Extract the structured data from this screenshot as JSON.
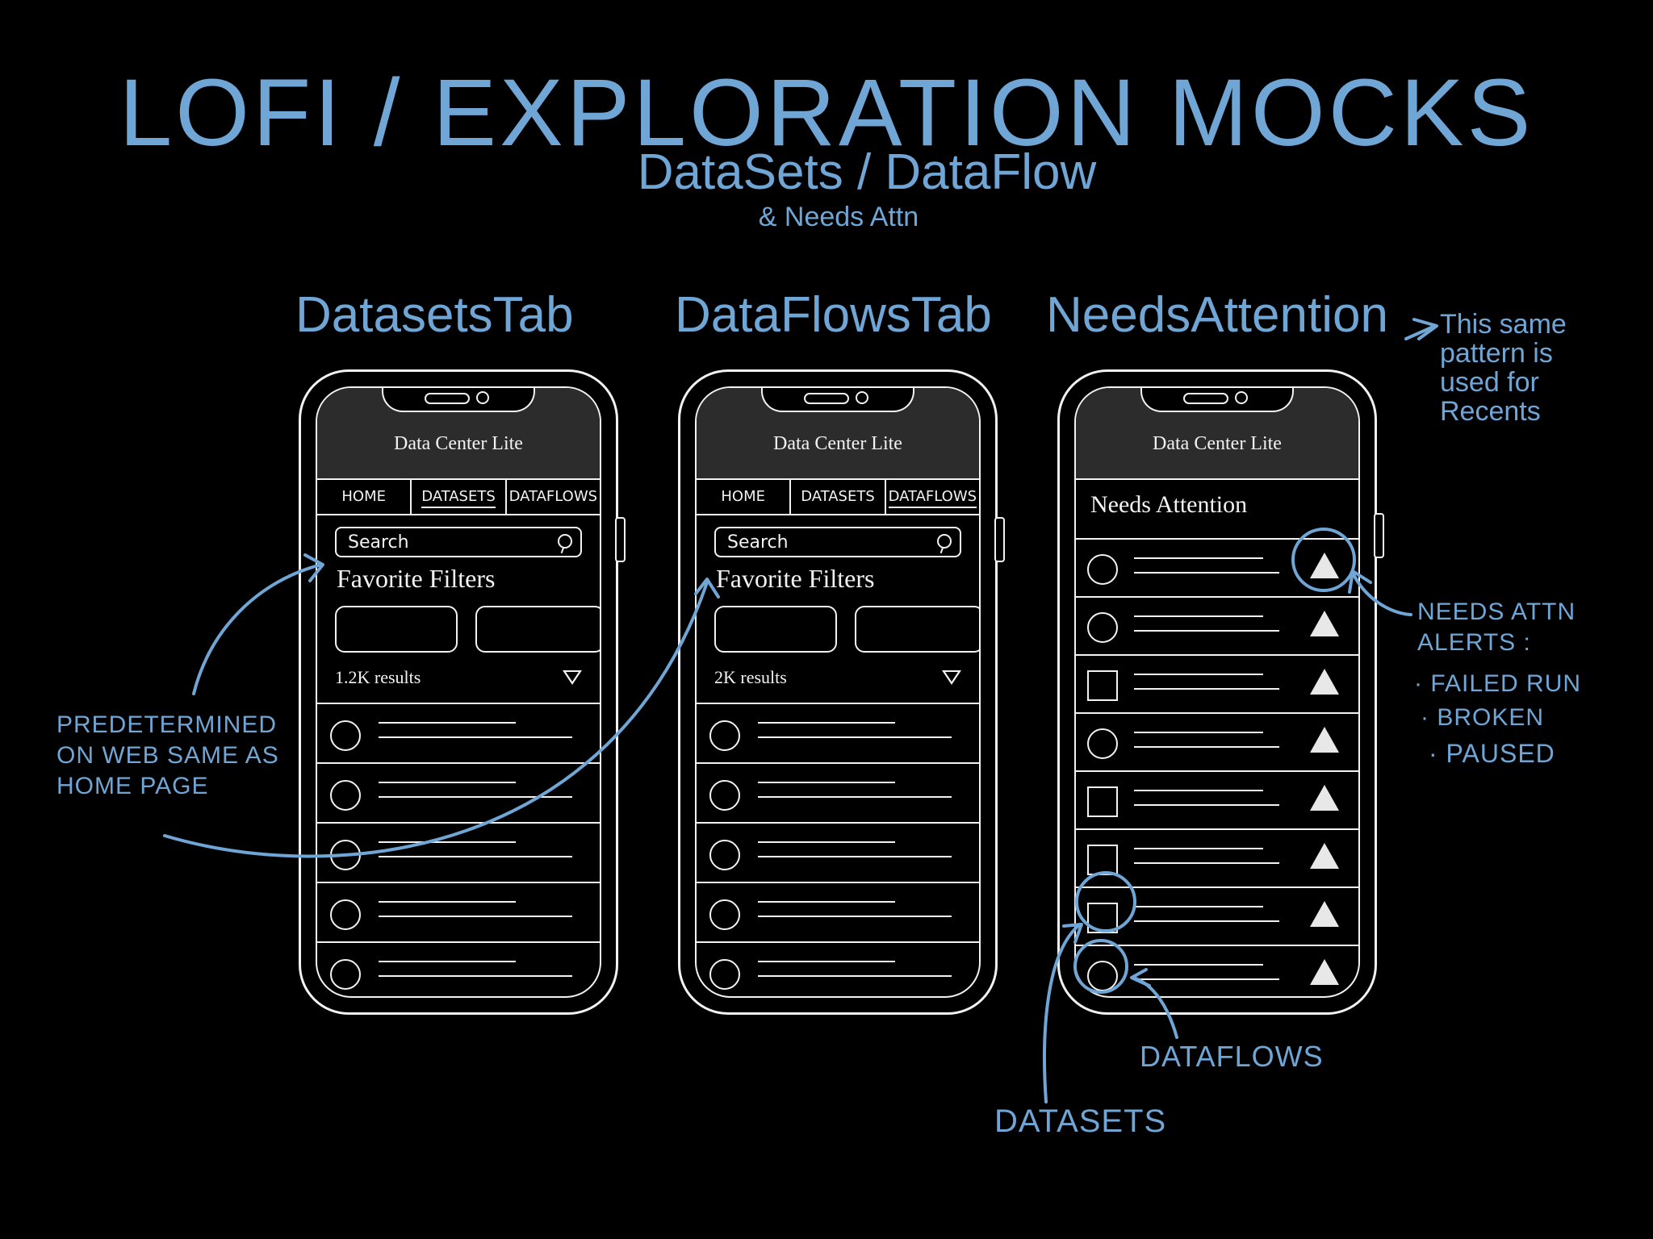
{
  "heading": {
    "title": "LOFI / EXPLORATION MOCKS",
    "subtitle": "DataSets / DataFlow",
    "subsubtitle": "& Needs Attn"
  },
  "columns": {
    "datasets": "DatasetsTab",
    "dataflows": "DataFlowsTab",
    "needs_attention": "NeedsAttention"
  },
  "app": {
    "title": "Data Center Lite",
    "tabs": [
      "HOME",
      "DATASETS",
      "DATAFLOWS"
    ],
    "search_placeholder": "Search",
    "favorite_filters_label": "Favorite Filters"
  },
  "datasets_screen": {
    "results": "1.2K results"
  },
  "dataflows_screen": {
    "results": "2K results"
  },
  "needs_attention_screen": {
    "label": "Needs Attention",
    "rows": [
      "circle",
      "circle",
      "square",
      "circle",
      "square",
      "square",
      "square",
      "circle"
    ]
  },
  "annotations": {
    "same_pattern": "This same\npattern is\nused for\nRecents",
    "predetermined": "PREDETERMINED\nON WEB SAME AS\nHOME PAGE",
    "alerts_title": "NEEDS ATTN\nALERTS :",
    "alerts": [
      "· FAILED RUN",
      "· BROKEN",
      "· PAUSED"
    ],
    "dataflows_label": "DATAFLOWS",
    "datasets_label": "DATASETS"
  },
  "colors": {
    "ink": "#6fa6d6",
    "chalk": "#f2f2f2",
    "background": "#000000",
    "header": "#2c2c2c"
  }
}
